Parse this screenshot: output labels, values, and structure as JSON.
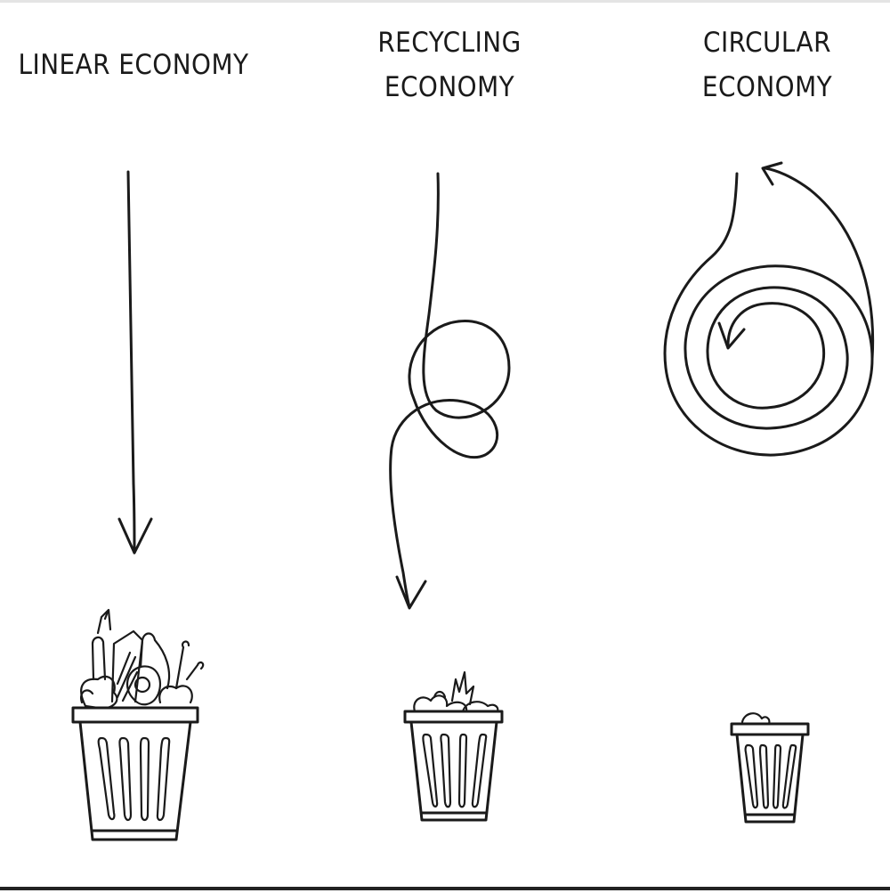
{
  "columns": [
    {
      "key": "linear",
      "title_lines": [
        "LINEAR ECONOMY"
      ],
      "flow": "straight-down-arrow",
      "bin_fill": "full"
    },
    {
      "key": "recycling",
      "title_lines": [
        "RECYCLING",
        "ECONOMY"
      ],
      "flow": "looped-down-arrow",
      "bin_fill": "partial"
    },
    {
      "key": "circular",
      "title_lines": [
        "CIRCULAR",
        "ECONOMY"
      ],
      "flow": "spiral-closed-loop-arrow",
      "bin_fill": "nearly-empty"
    }
  ],
  "colors": {
    "ink": "#1a1a1a",
    "background": "#ffffff"
  }
}
